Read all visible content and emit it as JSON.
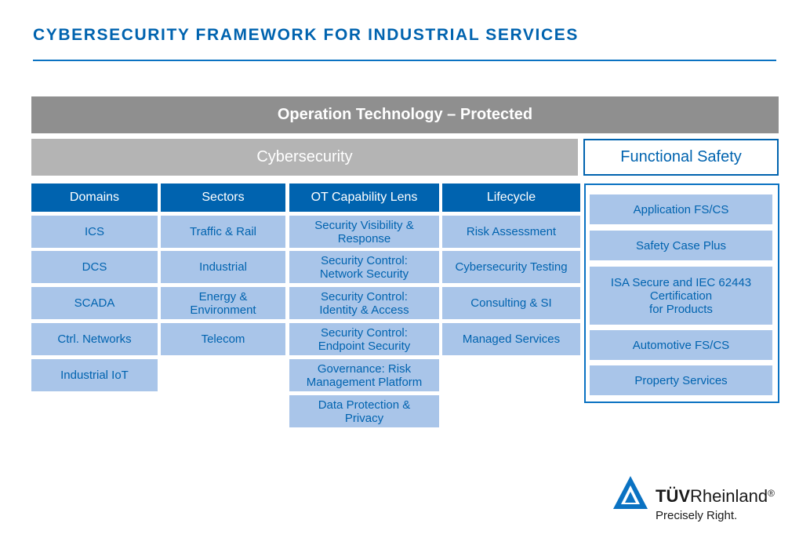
{
  "title": "CYBERSECURITY FRAMEWORK FOR INDUSTRIAL SERVICES",
  "banners": {
    "ot": "Operation Technology – Protected",
    "cybersecurity": "Cybersecurity",
    "functional_safety": "Functional Safety"
  },
  "columns": [
    {
      "header": "Domains",
      "items": [
        "ICS",
        "DCS",
        "SCADA",
        "Ctrl. Networks",
        "Industrial IoT"
      ]
    },
    {
      "header": "Sectors",
      "items": [
        "Traffic & Rail",
        "Industrial",
        "Energy &\nEnvironment",
        "Telecom"
      ]
    },
    {
      "header": "OT Capability Lens",
      "items": [
        "Security Visibility &\nResponse",
        "Security Control:\nNetwork Security",
        "Security Control:\nIdentity & Access",
        "Security Control:\nEndpoint Security",
        "Governance: Risk\nManagement Platform",
        "Data Protection &\nPrivacy"
      ]
    },
    {
      "header": "Lifecycle",
      "items": [
        "Risk Assessment",
        "Cybersecurity Testing",
        "Consulting & SI",
        "Managed Services"
      ]
    }
  ],
  "functional_safety_items": [
    "Application FS/CS",
    "Safety Case Plus",
    "ISA Secure and IEC 62443\nCertification\nfor Products",
    "Automotive FS/CS",
    "Property Services"
  ],
  "logo": {
    "name_bold": "TÜV",
    "name_rest": "Rheinland",
    "registered": "®",
    "tagline": "Precisely Right."
  },
  "colors": {
    "brand_blue": "#0063af",
    "cell_blue": "#a9c5e9",
    "ot_gray": "#8f8f8f",
    "cyber_gray": "#b4b4b4"
  }
}
